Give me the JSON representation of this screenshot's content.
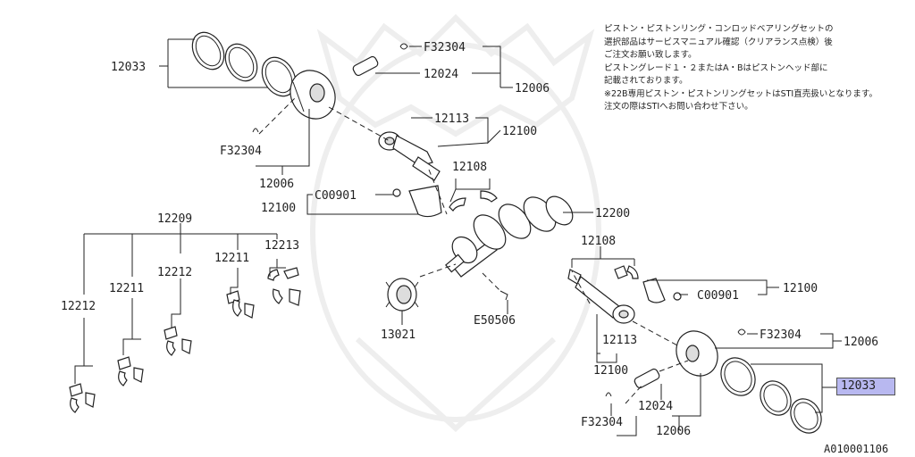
{
  "notes": [
    "ピストン・ピストンリング・コンロッドベアリングセットの",
    "選択部品はサービスマニュアル確認（クリアランス点検）後",
    "ご注文お願い致します。",
    "ピストングレード１・２またはA・Bはピストンヘッド部に",
    "記載されております。",
    "※22B専用ピストン・ピストンリングセットはSTI直売扱いとなります。",
    "注文の際はSTIへお問い合わせ下さい。"
  ],
  "labels": {
    "p12033_top": "12033",
    "pF32304_top": "F32304",
    "p12024_top": "12024",
    "p12006_top_right": "12006",
    "pF32304_left": "F32304",
    "p12006_left": "12006",
    "p12113_top": "12113",
    "p12100_top": "12100",
    "p12108_top": "12108",
    "pC00901_left": "C00901",
    "p12100_left": "12100",
    "p12200": "12200",
    "p12209": "12209",
    "p12213": "12213",
    "p12211_a": "12211",
    "p12212_a": "12212",
    "p12211_b": "12211",
    "p12212_b": "12212",
    "p13021": "13021",
    "pE50506": "E50506",
    "p12108_right": "12108",
    "pC00901_right": "C00901",
    "p12100_right": "12100",
    "pF32304_right": "F32304",
    "p12006_right": "12006",
    "p12113_bottom": "12113",
    "p12100_bottom": "12100",
    "p12024_bottom": "12024",
    "pF32304_bottom": "F32304",
    "p12006_bottom": "12006"
  },
  "highlight": "12033",
  "reference": "A010001106"
}
